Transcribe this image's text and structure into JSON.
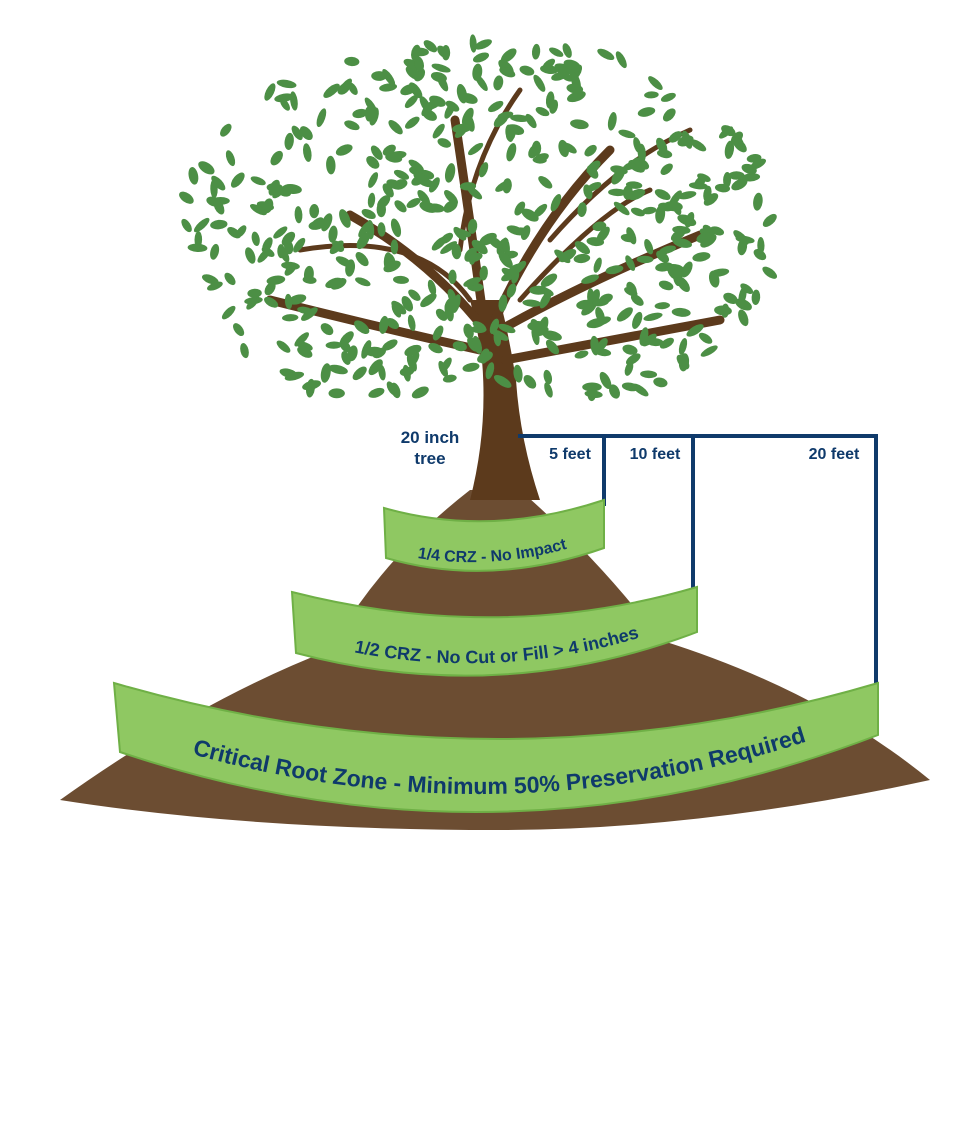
{
  "colors": {
    "leaf": "#4c8f45",
    "trunk": "#5c3a1c",
    "band": "#8fc862",
    "band_edge": "#6fb046",
    "text_navy": "#0f3a6b",
    "bracket": "#0f3a6b"
  },
  "tree_label": {
    "line1": "20 inch",
    "line2": "tree"
  },
  "measurements": [
    {
      "label": "5 feet"
    },
    {
      "label": "10 feet"
    },
    {
      "label": "20 feet"
    }
  ],
  "zones": [
    {
      "label": "1/4 CRZ - No Impact"
    },
    {
      "label": "1/2 CRZ - No Cut or Fill > 4 inches"
    },
    {
      "label": "Critical Root Zone - Minimum 50% Preservation Required"
    }
  ]
}
